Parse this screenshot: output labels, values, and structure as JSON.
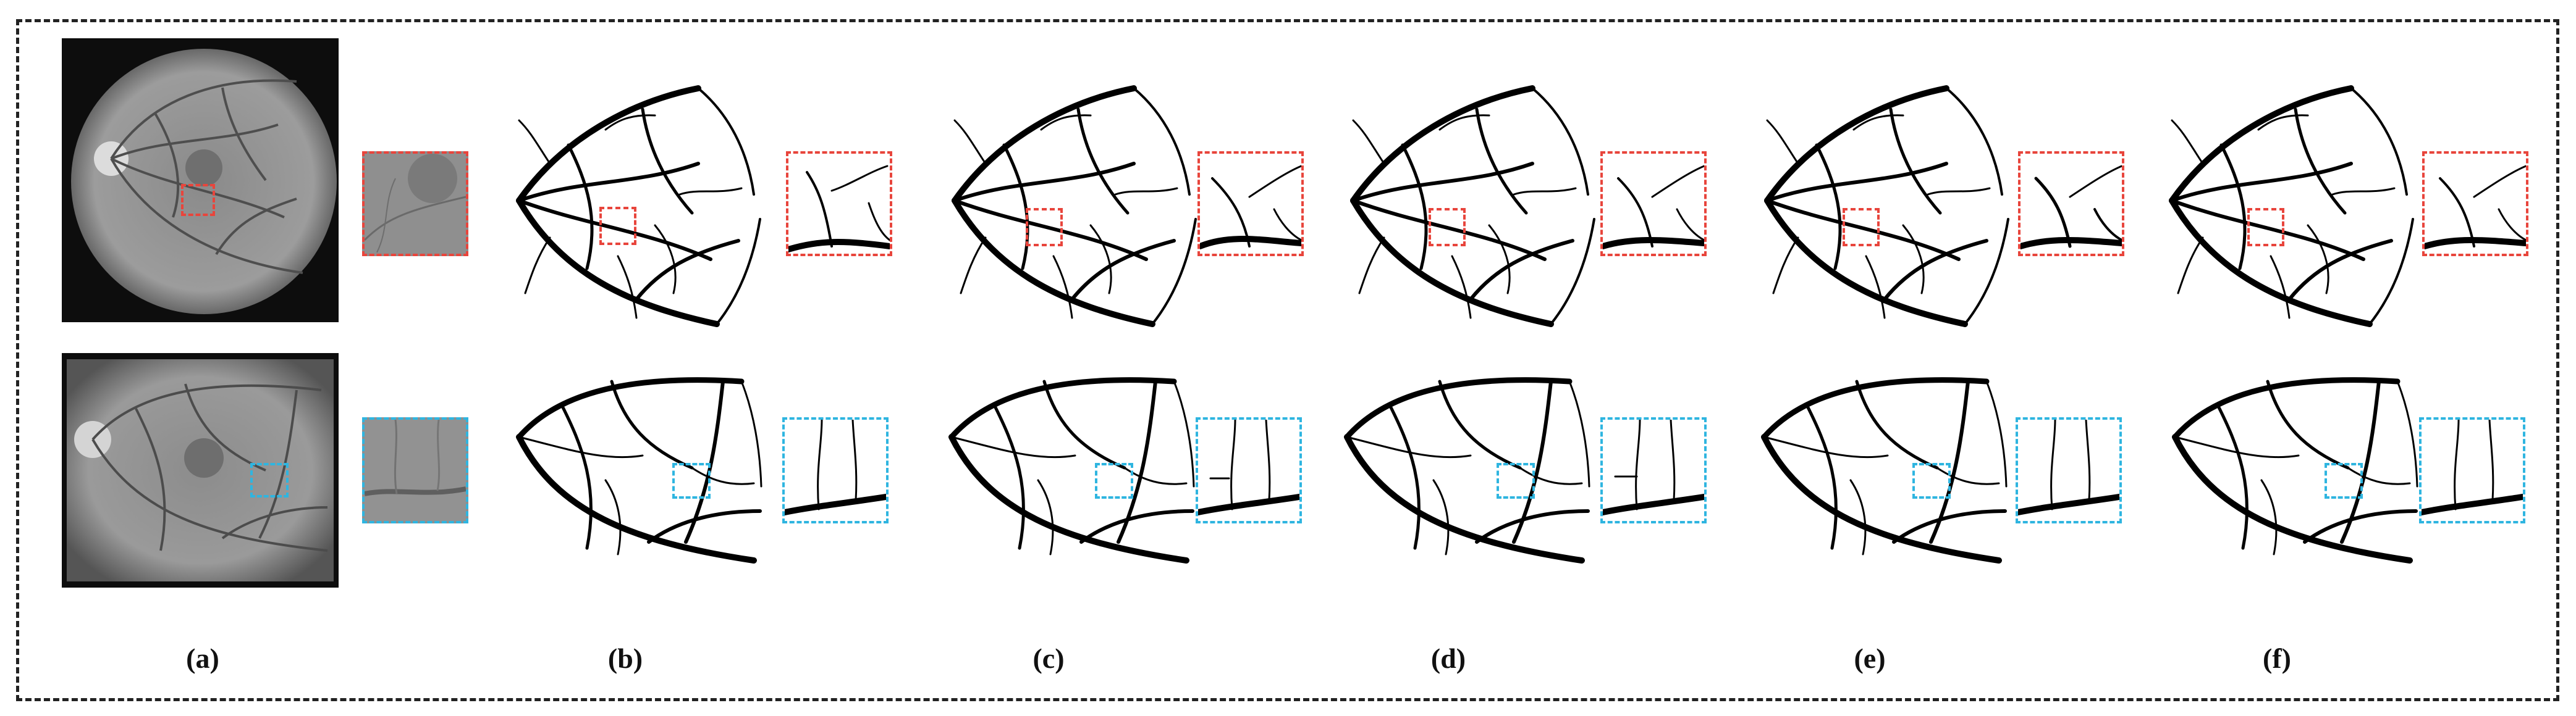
{
  "figure": {
    "panel_labels": [
      "(a)",
      "(b)",
      "(c)",
      "(d)",
      "(e)",
      "(f)"
    ]
  },
  "colors": {
    "frame": "#222222",
    "highlight_row1": "#e8453c",
    "highlight_row2": "#2fb5e0",
    "vessel": "#000000",
    "fundus_background": "#0d0d0d"
  },
  "rows": [
    {
      "content": "retinal fundus image with vessel segmentation maps",
      "highlight_color": "red"
    },
    {
      "content": "retinal fundus image with vessel segmentation maps",
      "highlight_color": "blue"
    }
  ]
}
